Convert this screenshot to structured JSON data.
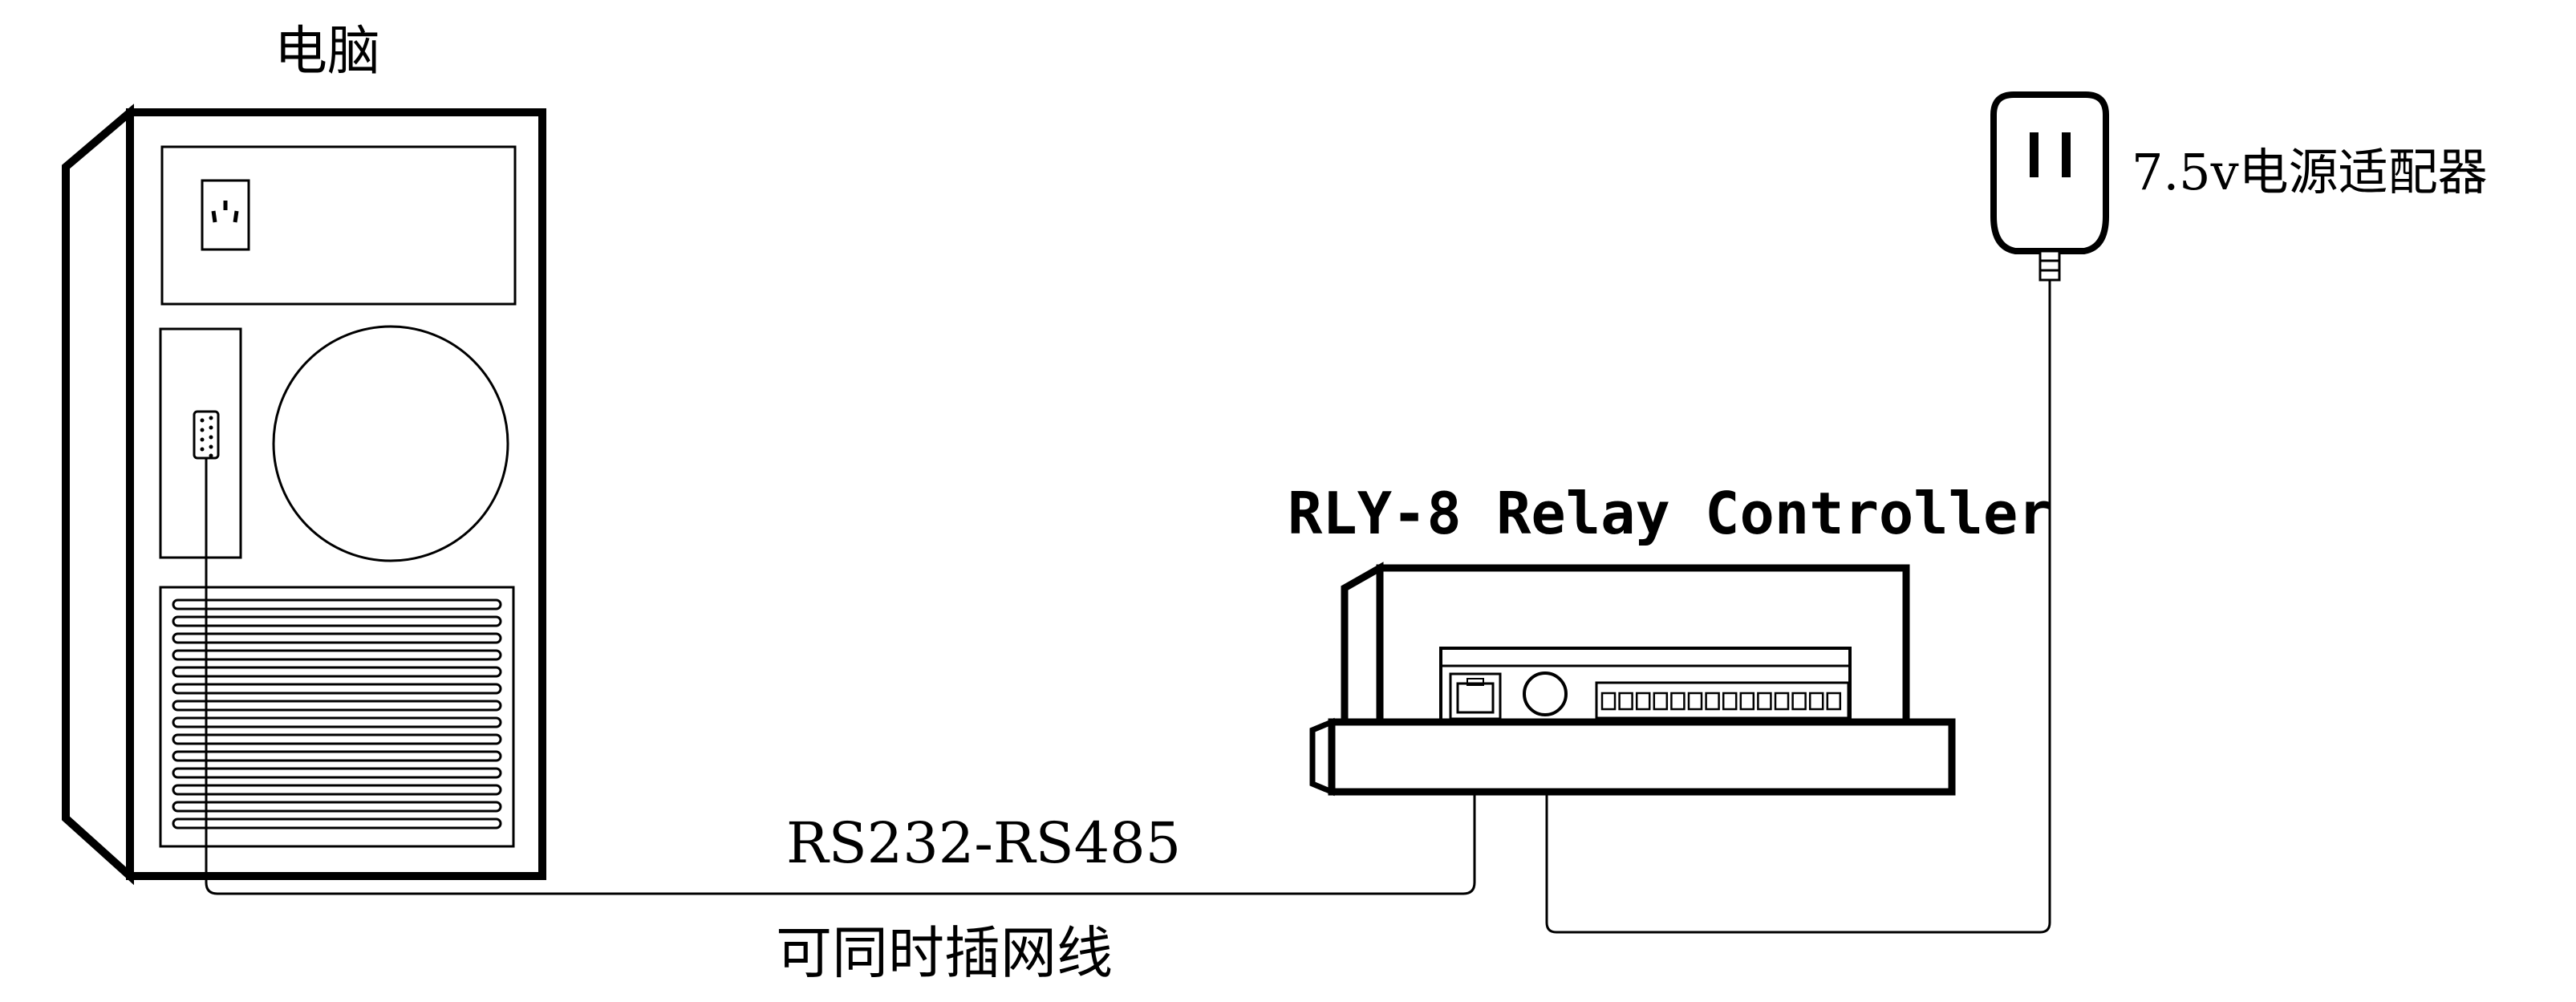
{
  "labels": {
    "computer": "电脑",
    "power_adapter": "7.5v电源适配器",
    "controller": "RLY-8 Relay Controller",
    "link_protocol": "RS232-RS485",
    "network_note": "可同时插网线"
  },
  "colors": {
    "line": "#000000",
    "background": "#ffffff"
  },
  "icons": {
    "computer": "desktop-tower-icon",
    "power_adapter": "wall-plug-icon",
    "controller": "relay-controller-box-icon",
    "db9_port": "serial-port-icon",
    "rj45_port": "ethernet-port-icon",
    "power_jack": "dc-jack-icon",
    "terminal_block": "terminal-block-icon"
  }
}
